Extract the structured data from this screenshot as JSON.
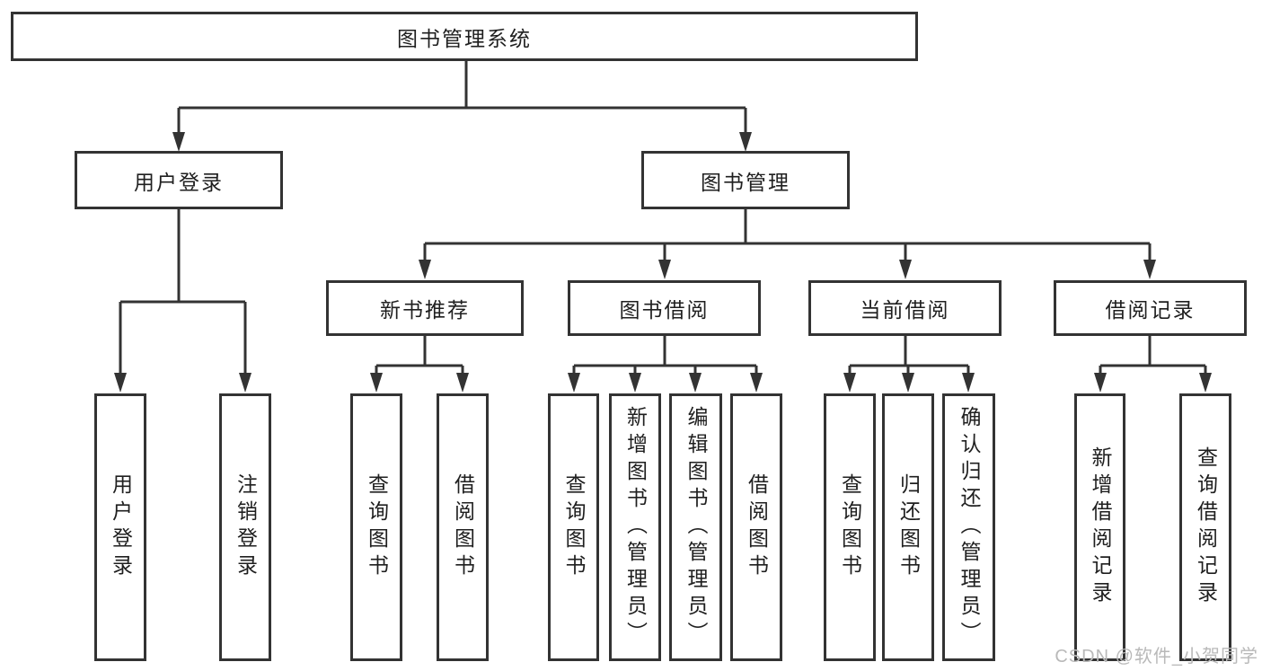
{
  "diagram": {
    "root": {
      "label": "图书管理系统"
    },
    "level2": [
      {
        "label": "用户登录"
      },
      {
        "label": "图书管理"
      }
    ],
    "level3": [
      {
        "label": "新书推荐"
      },
      {
        "label": "图书借阅"
      },
      {
        "label": "当前借阅"
      },
      {
        "label": "借阅记录"
      }
    ],
    "leaves": [
      {
        "label": "用户登录"
      },
      {
        "label": "注销登录"
      },
      {
        "label": "查询图书"
      },
      {
        "label": "借阅图书"
      },
      {
        "label": "查询图书"
      },
      {
        "label": "新增图书（管理员）"
      },
      {
        "label": "编辑图书（管理员）"
      },
      {
        "label": "借阅图书"
      },
      {
        "label": "查询图书"
      },
      {
        "label": "归还图书"
      },
      {
        "label": "确认归还（管理员）"
      },
      {
        "label": "新增借阅记录"
      },
      {
        "label": "查询借阅记录"
      }
    ],
    "watermark": "CSDN @软件_小贺同学",
    "colors": {
      "line": "#333333",
      "text": "#1f1f1f",
      "watermark": "#b9b9b9",
      "background": "#ffffff"
    }
  }
}
